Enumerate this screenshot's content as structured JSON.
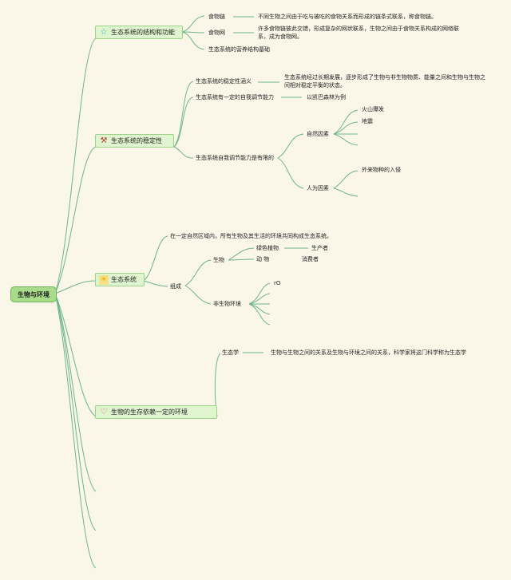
{
  "root": "生物与环境",
  "branches": [
    {
      "label": "生态系统的结构和功能",
      "icon": "star-icon"
    },
    {
      "label": "生态系统的稳定性",
      "icon": "tools-icon"
    },
    {
      "label": "生态系统",
      "icon": "sun-icon"
    },
    {
      "label": "生物的生存依赖一定的环境",
      "icon": "heart-icon"
    }
  ],
  "structure": {
    "food_chain": "食物链",
    "food_chain_def": "不同生物之间由于吃与被吃的食物关系而形成的链条式联系，称食物链。",
    "food_web": "食物网",
    "food_web_def": "许多食物链彼此交错，形成复杂的网状联系，生物之间由于食物关系构成的网络联系，成为食物网。",
    "nutrition": "生态系统的营养结构基础"
  },
  "stability": {
    "meaning": "生态系统的稳定性涵义",
    "meaning_def": "生态系统经过长期发展，逐步形成了生物与非生物物质、能量之间和生物与生物之间相对稳定平衡的状态。",
    "self_reg": "生态系统有一定的自我调节能力",
    "example": "以凯巴森林为例",
    "limited": "生态系统自我调节能力是有限的",
    "natural": "自然因素",
    "volcano": "火山爆发",
    "earthquake": "地震",
    "human": "人为因素",
    "invasion": "外来物种的入侵"
  },
  "ecosystem": {
    "definition": "在一定自然区域内，所有生物及其生活的环境共同构成生态系统。",
    "composition": "组成",
    "organisms": "生物",
    "plants": "绿色植物",
    "producer": "生产者",
    "animals": "动 物",
    "consumer": "消费者",
    "abiotic": "非生物环境",
    "abiotic_item": "rO"
  },
  "environment": {
    "ecology": "生态学",
    "ecology_def": "生物与生物之间的关系及生物与环境之间的关系，科学家将这门科学称为生态学"
  },
  "colors": {
    "line": "#6db58a",
    "root_fill": "#a8dc8a",
    "branch_fill": "#dff5cf",
    "background": "#faf6e8"
  }
}
